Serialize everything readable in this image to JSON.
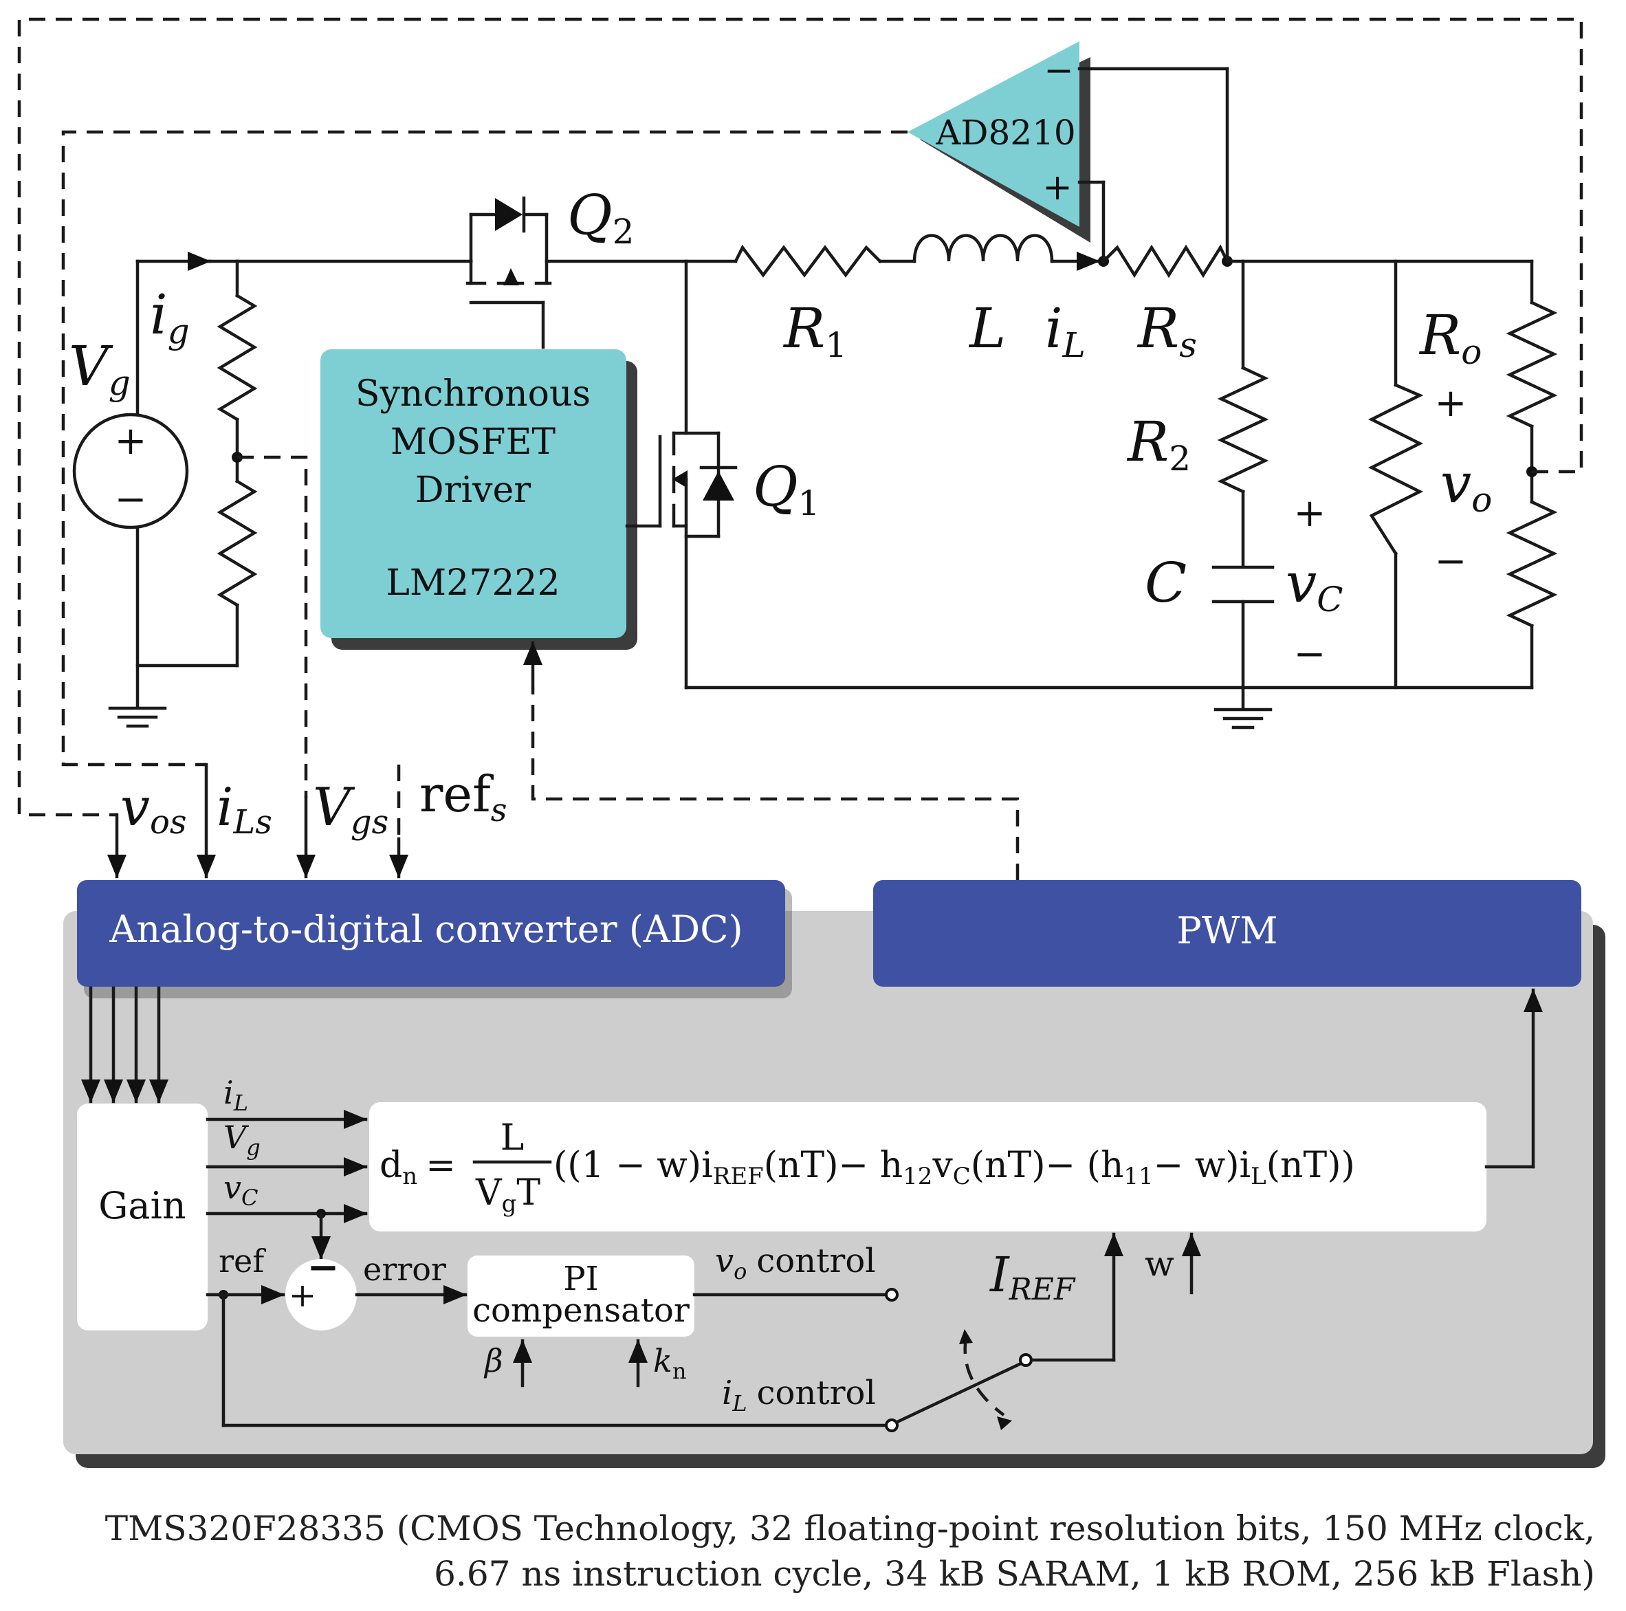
{
  "circuit": {
    "source_label": "V",
    "source_sub": "g",
    "input_current": "i",
    "input_current_sub": "g",
    "plus": "+",
    "minus": "−",
    "q2_label": "Q",
    "q2_sub": "2",
    "q1_label": "Q",
    "q1_sub": "1",
    "r1_label": "R",
    "r1_sub": "1",
    "l_label": "L",
    "il_label": "i",
    "il_sub": "L",
    "rs_label": "R",
    "rs_sub": "s",
    "r2_label": "R",
    "r2_sub": "2",
    "c_label": "C",
    "vc_label": "v",
    "vc_sub": "C",
    "ro_label": "R",
    "ro_sub": "o",
    "vo_label": "v",
    "vo_sub": "o",
    "amp_name": "AD8210",
    "driver_lines": [
      "Synchronous",
      "MOSFET",
      "Driver"
    ],
    "driver_part": "LM27222"
  },
  "signals": {
    "vos": "v",
    "vos_sub": "os",
    "ils": "i",
    "ils_sub": "Ls",
    "vgs": "V",
    "vgs_sub": "gs",
    "refs": "ref",
    "refs_sub": "s"
  },
  "dsp": {
    "adc_label": "Analog-to-digital converter (ADC)",
    "pwm_label": "PWM",
    "gain_label": "Gain",
    "in_il": "i",
    "in_il_sub": "L",
    "in_vg": "V",
    "in_vg_sub": "g",
    "in_vc": "v",
    "in_vc_sub": "C",
    "ref_label": "ref",
    "error_label": "error",
    "pi_line1": "PI",
    "pi_line2": "compensator",
    "vo_control": "control",
    "vo_control_v": "v",
    "vo_control_sub": "o",
    "il_control": "control",
    "il_control_i": "i",
    "il_control_sub": "L",
    "iref": "I",
    "iref_sub": "REF",
    "w_label": "w",
    "beta": "β",
    "kn": "k",
    "kn_sub": "n",
    "formula": {
      "lhs": "d",
      "lhs_sub": "n",
      "eq": "=",
      "num": "L",
      "den": "V",
      "den_sub": "g",
      "den_tail": "T",
      "t1": "((1 − w)i",
      "t1_sub": "REF",
      "t1_tail": "(nT)− h",
      "t2_sub": "12",
      "t2": "v",
      "t2_sub2": "C",
      "t2_tail": "(nT)− (h",
      "t3_sub": "11",
      "t3": "− w)i",
      "t3_sub2": "L",
      "t3_tail": "(nT))"
    }
  },
  "caption": {
    "line1": "TMS320F28335 (CMOS Technology, 32 floating-point resolution bits, 150 MHz clock,",
    "line2": "6.67 ns instruction cycle, 34 kB SARAM, 1 kB ROM, 256 kB Flash)"
  },
  "colors": {
    "teal": "#7ecfd4",
    "navy": "#3f51a3",
    "panel": "#cecece",
    "shadow": "#3c3c3c"
  }
}
